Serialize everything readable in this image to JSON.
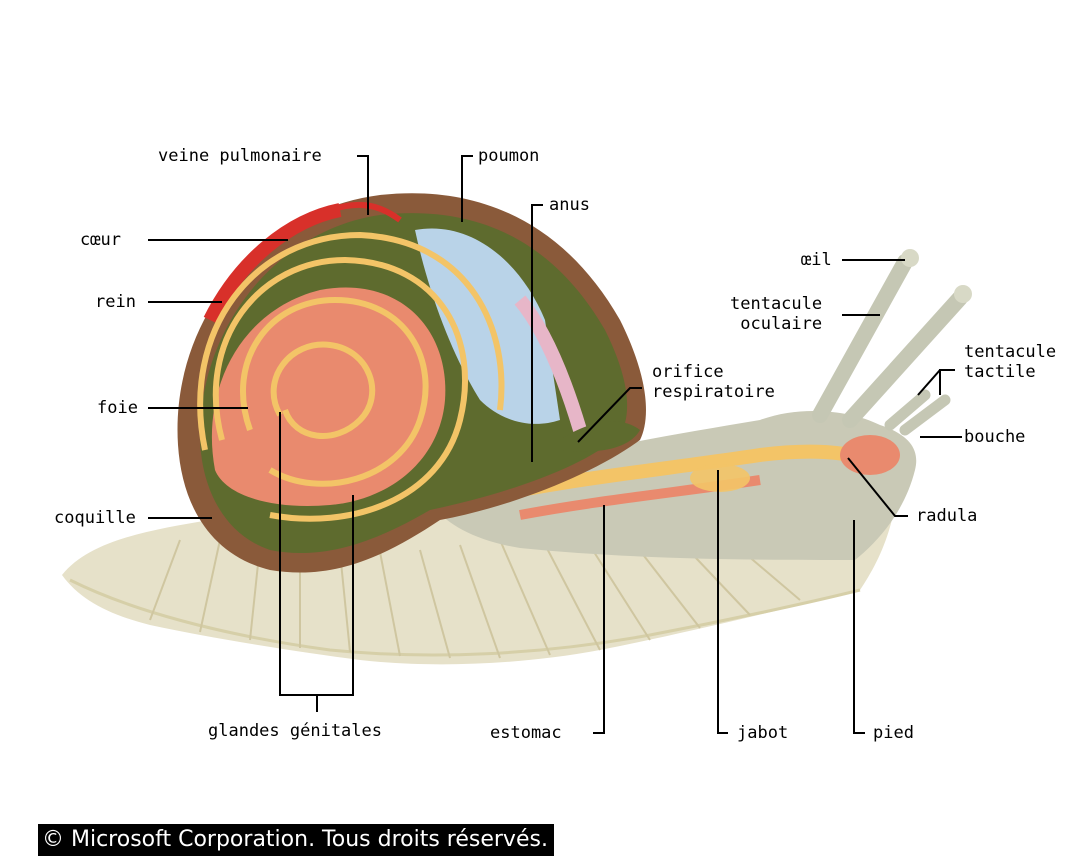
{
  "labels": {
    "veine_pulmonaire": "veine pulmonaire",
    "poumon": "poumon",
    "anus": "anus",
    "coeur": "cœur",
    "rein": "rein",
    "foie": "foie",
    "coquille": "coquille",
    "orifice_respiratoire": "orifice\nrespiratoire",
    "oeil": "œil",
    "tentacule_oculaire": "tentacule\noculaire",
    "tentacule_tactile": "tentacule\ntactile",
    "bouche": "bouche",
    "radula": "radula",
    "glandes_genitales": "glandes génitales",
    "estomac": "estomac",
    "jabot": "jabot",
    "pied": "pied"
  },
  "copyright": "© Microsoft Corporation. Tous droits réservés.",
  "colors": {
    "shell_outer": "#8a5a3a",
    "shell_inner": "#5e6b2e",
    "organ_pink": "#e98a6e",
    "gland_yellow": "#f3c467",
    "lung_blue": "#b9d3e8",
    "heart_red": "#d8302a",
    "body_grey": "#c9c9b6",
    "foot_cream": "#e6e1c9"
  }
}
